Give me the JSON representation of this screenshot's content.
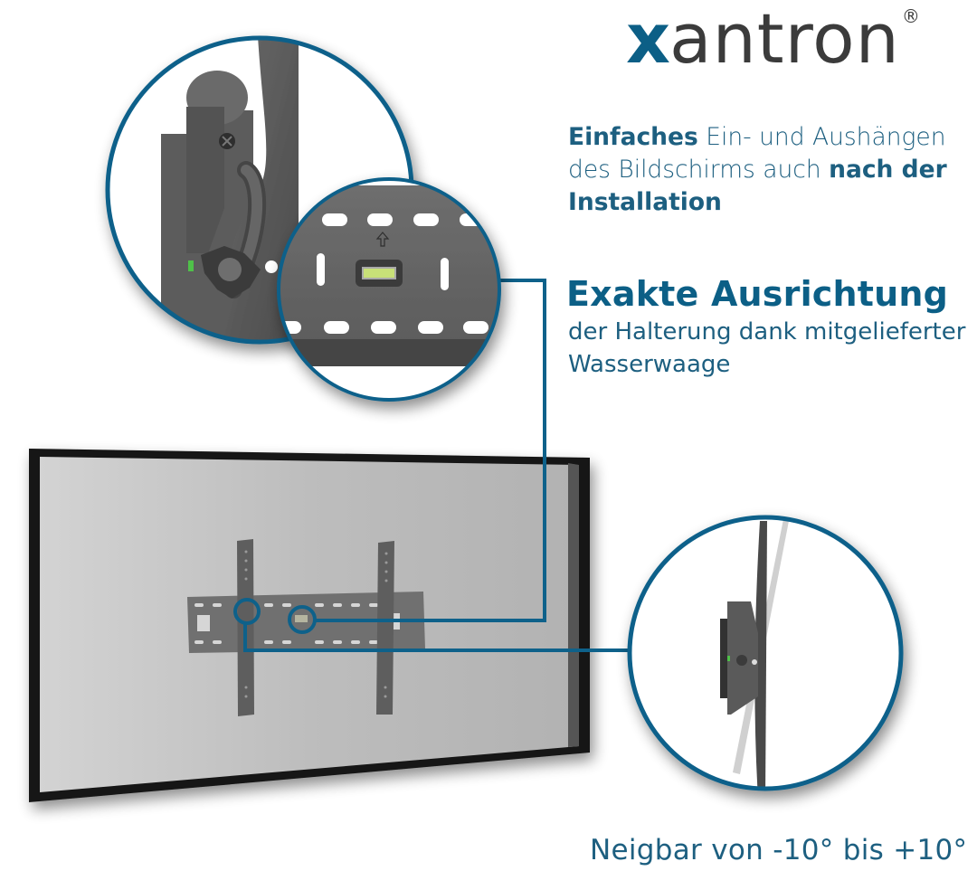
{
  "brand": {
    "logo_first_letter": "x",
    "logo_rest": "antron",
    "registered_mark": "®",
    "accent_color": "#0c5f86",
    "dark_color": "#3b3b3b"
  },
  "features": {
    "f1": {
      "line1_bold": "Einfaches",
      "line1_rest": " Ein- und Aushängen",
      "line2_regular": "des Bildschirms auch ",
      "line2_bold": "nach der",
      "line3_bold": "Installation"
    },
    "f2": {
      "title": "Exakte Ausrichtung",
      "line1": "der Halterung dank mitgelieferter",
      "line2": "Wasserwaage"
    },
    "f3": {
      "text": "Neigbar von -10° bis +10°"
    }
  },
  "illustration": {
    "callout_tilt_mechanism": "tilt-mechanism-closeup",
    "callout_spirit_level": "spirit-level-closeup",
    "callout_side_tilt": "side-tilt-view",
    "text_color": "#1d5f80",
    "line_color": "#0e618a"
  }
}
